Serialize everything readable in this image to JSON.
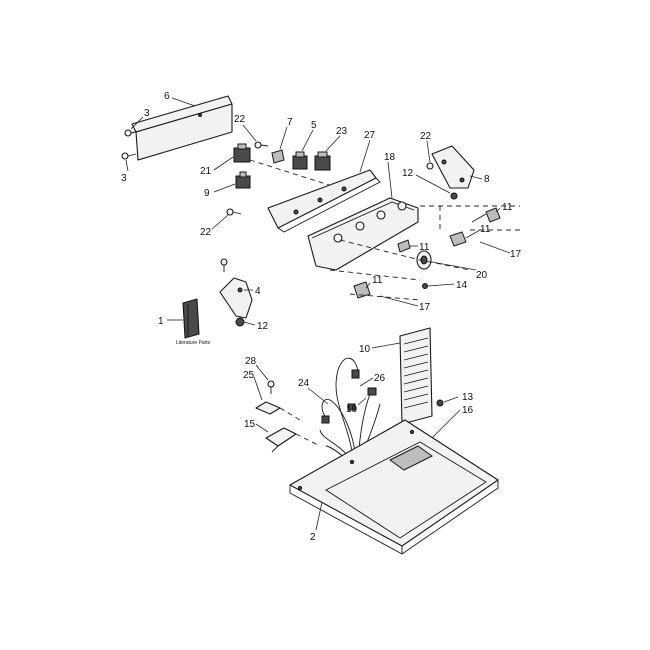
{
  "callouts": {
    "c1": "1",
    "c2": "2",
    "c3a": "3",
    "c3b": "3",
    "c4": "4",
    "c5": "5",
    "c6": "6",
    "c7": "7",
    "c8": "8",
    "c9": "9",
    "c10": "10",
    "c11a": "11",
    "c11b": "11",
    "c11c": "11",
    "c11d": "11",
    "c12a": "12",
    "c12b": "12",
    "c13": "13",
    "c14": "14",
    "c15": "15",
    "c16": "16",
    "c17a": "17",
    "c17b": "17",
    "c18": "18",
    "c19": "19",
    "c20": "20",
    "c21": "21",
    "c22a": "22",
    "c22b": "22",
    "c22c": "22",
    "c23": "23",
    "c24": "24",
    "c25": "25",
    "c26": "26",
    "c27": "27",
    "c28": "28"
  },
  "literature_label": "Literature Parts"
}
